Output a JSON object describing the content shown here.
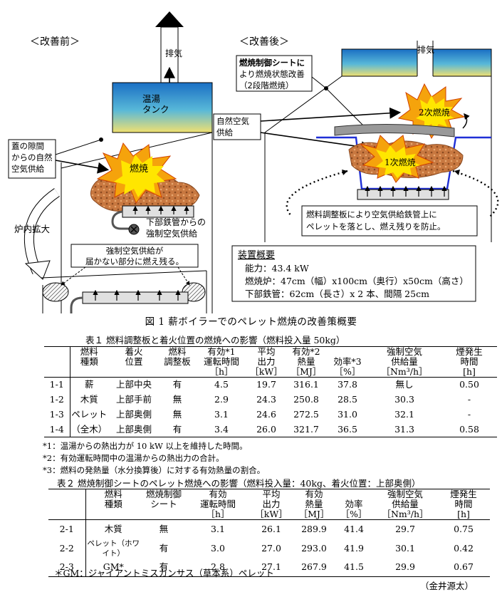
{
  "figure": {
    "before_label": "＜改善前＞",
    "after_label": "＜改善後＞",
    "exhaust_before": "排気",
    "exhaust_after": "排気",
    "tank_label": [
      "温湯",
      "タンク"
    ],
    "lid_gap_label": [
      "蓋の隙間",
      "からの自然",
      "空気供給"
    ],
    "combustion_label": "燃焼",
    "forced_air_label": [
      "下部鉄管からの",
      "強制空気供給"
    ],
    "furnace_expand_label": "炉内拡大",
    "unburnt_label": [
      "強制空気供給が",
      "届かない部分に燃え残る。"
    ],
    "sheet_label": [
      "燃焼制御シートに",
      "より燃焼状態改善",
      "（2段階燃焼）"
    ],
    "natural_air_label": [
      "自然空気",
      "供給"
    ],
    "secondary_label": "2次燃焼",
    "primary_label": "1次燃焼",
    "plate_label": [
      "燃料調整板により空気供給鉄管上に",
      "ペレットを落とし、燃え残りを防止。"
    ],
    "spec_title": "装置概要",
    "spec_lines": [
      "能力：43.4 kW",
      "燃焼炉：47cm（幅）x100cm（奥行）x50cm（高さ）",
      "下部鉄管：62cm（長さ）x 2 本、間隔 25cm"
    ],
    "caption": "図 1 薪ボイラーでのペレット燃焼の改善策概要"
  },
  "colors": {
    "flame": "#f5a30c",
    "flame_core": "#ffe600",
    "pellets": "#c87840",
    "water_top": "#1a6fc4",
    "water_bottom": "#f0e070",
    "plate": "#1f2fd6"
  },
  "table1": {
    "caption": "表１ 燃料調整板と着火位置の燃焼への影響（燃料投入量 50kg）",
    "headers": [
      [
        "",
        "燃料",
        "着火",
        "燃料",
        "有効*1",
        "平均",
        "有効*2",
        "",
        "強制空気",
        "煙発生"
      ],
      [
        "",
        "種類",
        "位置",
        "調整板",
        "運転時間",
        "出力",
        "熱量",
        "効率*3",
        "供給量",
        "時間"
      ],
      [
        "",
        "",
        "",
        "",
        "［h］",
        "［kW］",
        "［MJ］",
        "［%］",
        "［Nm³/h］",
        "[h]"
      ]
    ],
    "rows": [
      [
        "1-1",
        "薪",
        "上部中央",
        "有",
        "4.5",
        "19.7",
        "316.1",
        "37.8",
        "無し",
        "0.50"
      ],
      [
        "1-2",
        "木質",
        "上部手前",
        "無",
        "2.9",
        "24.3",
        "250.8",
        "28.5",
        "30.3",
        "-"
      ],
      [
        "1-3",
        "ペレット",
        "上部奥側",
        "無",
        "3.1",
        "24.6",
        "272.5",
        "31.0",
        "32.1",
        "-"
      ],
      [
        "1-4",
        "（全木）",
        "上部奥側",
        "有",
        "3.4",
        "26.0",
        "321.7",
        "36.5",
        "31.3",
        "0.58"
      ]
    ],
    "notes": [
      "*1：温湯からの熱出力が 10 kW 以上を維持した時間。",
      "*2：有効運転時間中の温湯からの熱出力の合計。",
      "*3：燃料の発熱量（水分換算後）に対する有効熱量の割合。"
    ]
  },
  "table2": {
    "caption": "表２ 燃焼制御シートのペレット燃焼への影響（燃料投入量：40kg、着火位置：上部奥側）",
    "headers": [
      [
        "",
        "燃料",
        "燃焼制御",
        "有効",
        "平均",
        "有効",
        "",
        "強制空気",
        "煙発生"
      ],
      [
        "",
        "種類",
        "シート",
        "運転時間",
        "出力",
        "熱量",
        "効率",
        "供給量",
        "時間"
      ],
      [
        "",
        "",
        "",
        "［h］",
        "［kW］",
        "［MJ］",
        "［%］",
        "［Nm³/h］",
        "[h]"
      ]
    ],
    "rows": [
      [
        "2-1",
        "木質",
        "無",
        "3.1",
        "26.1",
        "289.9",
        "41.4",
        "29.7",
        "0.75"
      ],
      [
        "2-2",
        "ペレット（ホワイト）",
        "有",
        "3.0",
        "27.0",
        "293.0",
        "41.9",
        "30.1",
        "0.42"
      ],
      [
        "2-3",
        "GM*",
        "有",
        "2.8",
        "27.1",
        "267.9",
        "41.5",
        "29.9",
        "0.67"
      ]
    ],
    "note": "＊GM：ジャイアントミスカンサス（草本系）ペレット"
  },
  "author": "（金井源太）"
}
